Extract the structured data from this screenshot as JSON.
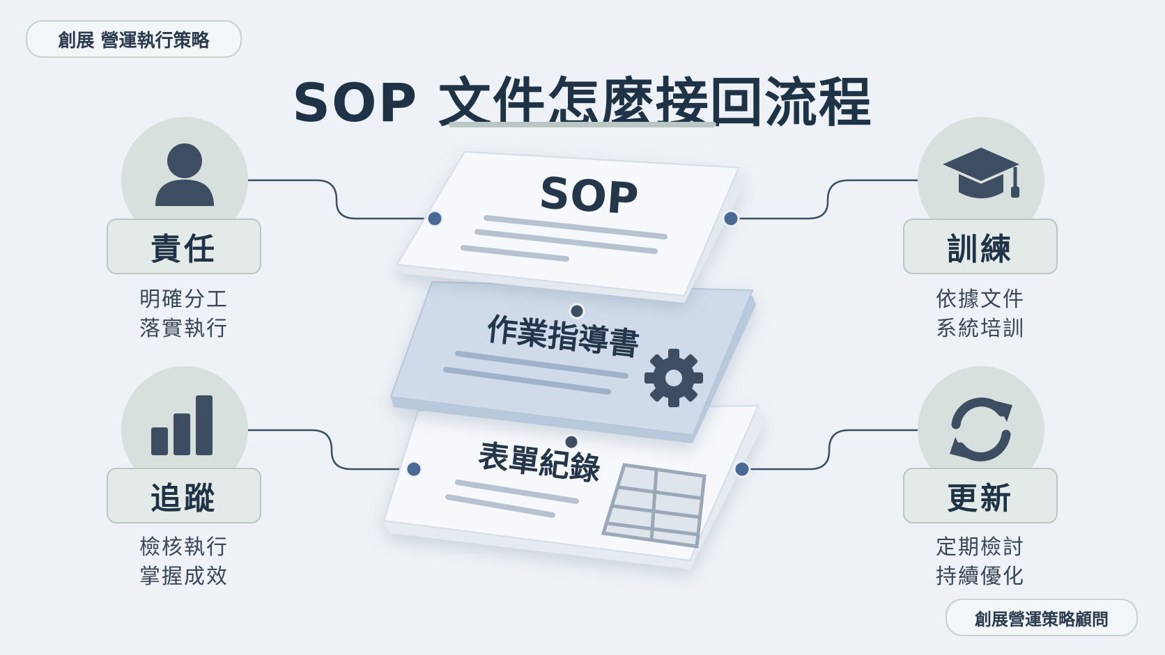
{
  "header": {
    "brand_tag": "創展 營運執行策略",
    "title": "SOP 文件怎麼接回流程"
  },
  "center_stack": {
    "top_card": "SOP",
    "middle_card": "作業指導書",
    "bottom_card": "表單紀錄"
  },
  "nodes": {
    "responsibility": {
      "label": "責任",
      "line1": "明確分工",
      "line2": "落實執行",
      "icon": "person-icon"
    },
    "training": {
      "label": "訓練",
      "line1": "依據文件",
      "line2": "系統培訓",
      "icon": "graduation-cap-icon"
    },
    "tracking": {
      "label": "追蹤",
      "line1": "檢核執行",
      "line2": "掌握成效",
      "icon": "bar-chart-icon"
    },
    "update": {
      "label": "更新",
      "line1": "定期檢討",
      "line2": "持續優化",
      "icon": "refresh-icon"
    }
  },
  "footer": {
    "brand": "創展營運策略顧問"
  },
  "colors": {
    "background": "#eef2f6",
    "dark_text": "#1f3346",
    "icon_fill": "#3d4e62",
    "circle_bg": "#d8e0de",
    "connector_dot": "#4a6a95",
    "middle_card": "#cfdbea"
  }
}
